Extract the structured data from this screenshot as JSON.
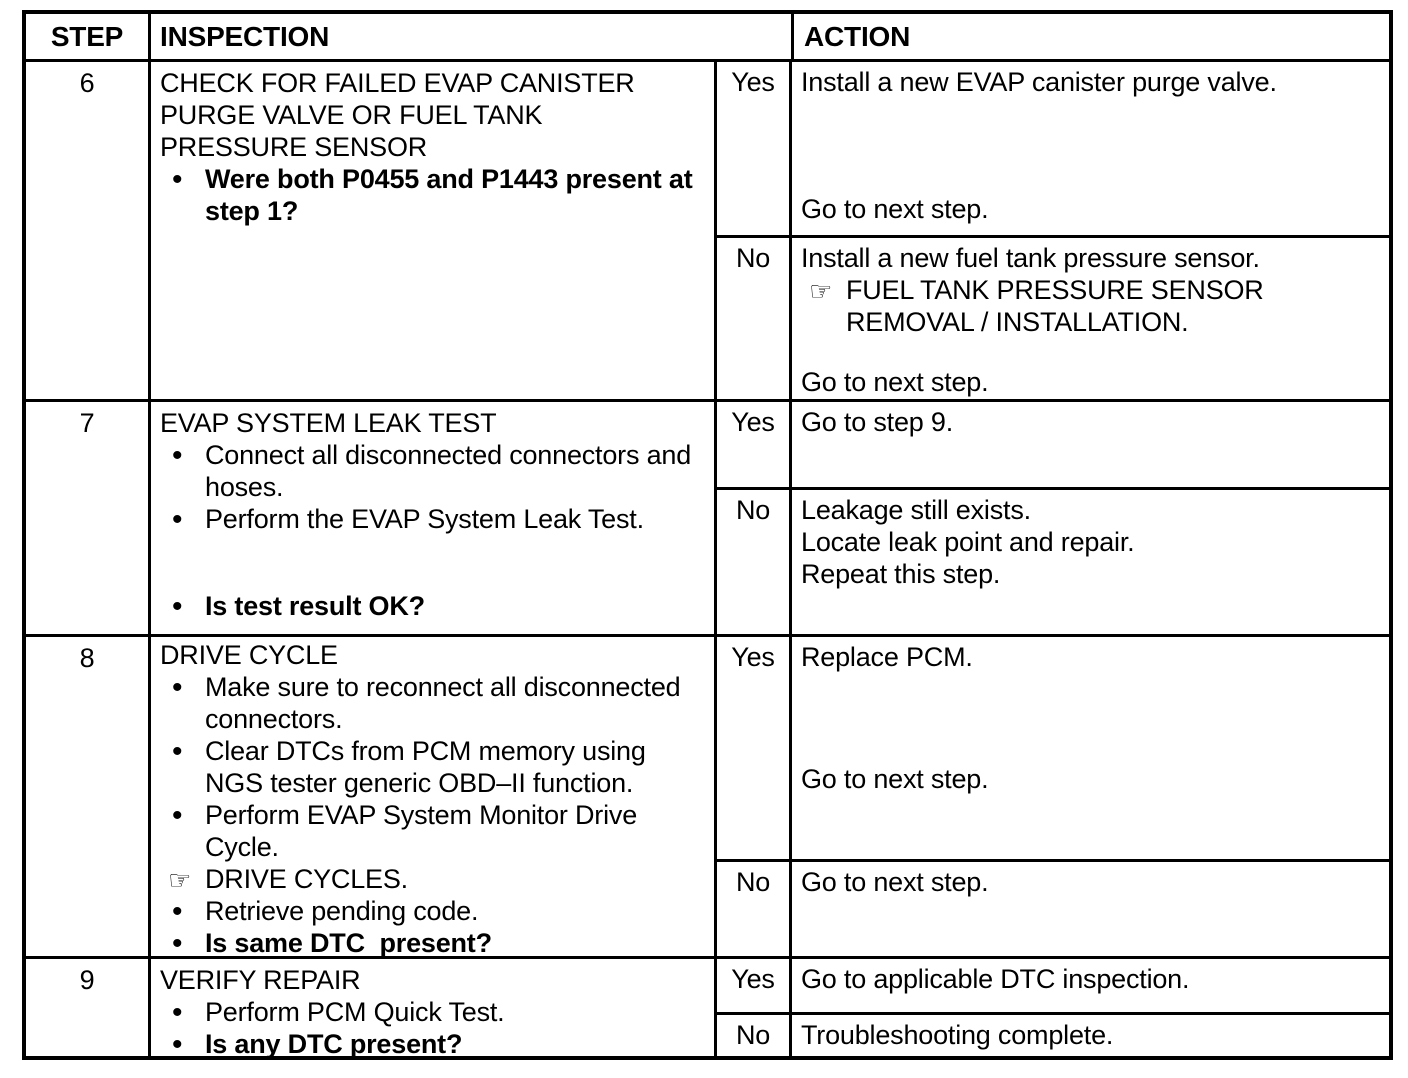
{
  "table": {
    "header": {
      "step": "STEP",
      "inspection": "INSPECTION",
      "action": "ACTION"
    },
    "rows": [
      {
        "step": "6",
        "title": "CHECK FOR FAILED EVAP CANISTER PURGE VALVE OR FUEL TANK PRESSURE SENSOR",
        "items": [
          {
            "marker": "•",
            "text": "Were both P0455 and P1443 present at step 1?"
          }
        ],
        "yes": {
          "answer": "Yes",
          "lines": [
            "Install a new EVAP canister purge valve.",
            "Go to next step."
          ]
        },
        "no": {
          "answer": "No",
          "lines": [
            "Install a new fuel tank pressure sensor.",
            "Go to next step."
          ],
          "ref": {
            "marker": "☞",
            "text": "FUEL TANK PRESSURE SENSOR REMOVAL / INSTALLATION."
          }
        }
      },
      {
        "step": "7",
        "title": "EVAP SYSTEM LEAK TEST",
        "items": [
          {
            "marker": "•",
            "text": "Connect all disconnected connectors and hoses."
          },
          {
            "marker": "•",
            "text": "Perform the EVAP System Leak Test."
          },
          {
            "marker": "•",
            "text": "Is test result OK?"
          }
        ],
        "yes": {
          "answer": "Yes",
          "lines": [
            "Go to step 9."
          ]
        },
        "no": {
          "answer": "No",
          "lines": [
            "Leakage still exists.",
            "Locate leak point and repair.",
            "Repeat this step."
          ]
        }
      },
      {
        "step": "8",
        "title": "DRIVE CYCLE",
        "items": [
          {
            "marker": "•",
            "text": "Make sure to reconnect all disconnected connectors."
          },
          {
            "marker": "•",
            "text": "Clear DTCs from PCM memory using NGS tester generic OBD–II function."
          },
          {
            "marker": "•",
            "text": "Perform EVAP System Monitor Drive Cycle."
          },
          {
            "marker": "☞",
            "text": "DRIVE CYCLES."
          },
          {
            "marker": "•",
            "text": "Retrieve pending code."
          },
          {
            "marker": "•",
            "text": "Is same DTC  present?"
          }
        ],
        "yes": {
          "answer": "Yes",
          "lines": [
            "Replace PCM.",
            "Go to next step."
          ]
        },
        "no": {
          "answer": "No",
          "lines": [
            "Go to next step."
          ]
        }
      },
      {
        "step": "9",
        "title": "VERIFY REPAIR",
        "items": [
          {
            "marker": "•",
            "text": "Perform PCM Quick Test."
          },
          {
            "marker": "•",
            "text": "Is any DTC present?"
          }
        ],
        "yes": {
          "answer": "Yes",
          "lines": [
            "Go to applicable DTC inspection."
          ]
        },
        "no": {
          "answer": "No",
          "lines": [
            "Troubleshooting complete."
          ]
        }
      }
    ]
  }
}
